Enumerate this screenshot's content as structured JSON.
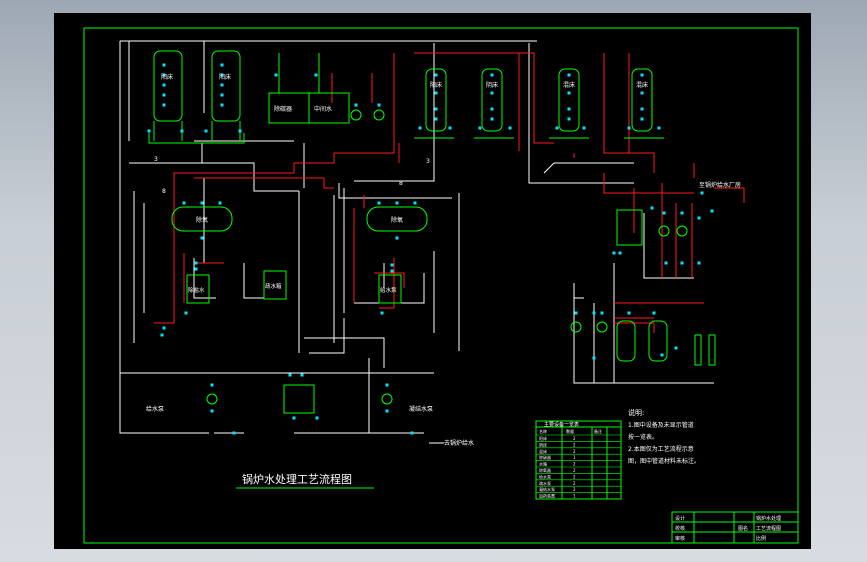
{
  "drawing": {
    "title": "锅炉水处理工艺流程图",
    "note_heading": "说明:",
    "notes": [
      "1.图中设备及未显示管道",
      "按一览表。",
      "2.本图仅为工艺流程示意",
      "图，图中管道材料未标注。"
    ],
    "equipment_labels": {
      "filter_a": "阳床",
      "filter_b": "阳床",
      "tank_a": "除碳器",
      "tank_b": "中间水",
      "col_c": "阳床",
      "col_d": "阴床",
      "col_e": "混床",
      "col_f": "混床",
      "deaerator_left": "除氧",
      "deaerator_right": "除氧",
      "tank_left": "除盐水",
      "tank_mid": "疏水箱",
      "tank_right": "给水泵",
      "pump_left": "给水泵",
      "pump_right": "凝结水泵",
      "external": "至锅炉给水厂房",
      "outlet": "去锅炉给水"
    },
    "stream_labels": [
      "8",
      "8",
      "3",
      "3"
    ],
    "table": {
      "header": "主要设备一览表",
      "columns": [
        "名称",
        "数量",
        "备注"
      ],
      "rows": [
        [
          "阳床",
          "2",
          ""
        ],
        [
          "阴床",
          "2",
          ""
        ],
        [
          "混床",
          "2",
          ""
        ],
        [
          "除碳器",
          "1",
          ""
        ],
        [
          "水箱",
          "2",
          ""
        ],
        [
          "除氧器",
          "2",
          ""
        ],
        [
          "给水泵",
          "2",
          ""
        ],
        [
          "疏水泵",
          "2",
          ""
        ],
        [
          "凝结水泵",
          "2",
          ""
        ],
        [
          "加药装置",
          "1",
          ""
        ]
      ]
    },
    "title_block": {
      "cells": [
        "设计",
        "校核",
        "审核",
        "图名",
        "锅炉水处理",
        "工艺流程图",
        "比例"
      ]
    }
  }
}
